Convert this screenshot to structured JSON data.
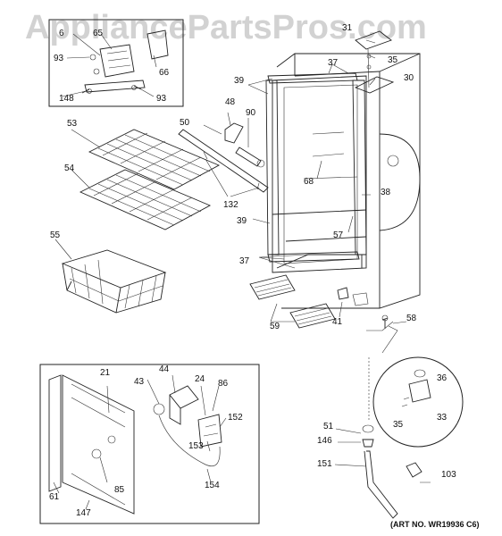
{
  "watermark": "AppliancePartsPros.com",
  "art_number": "(ART NO. WR19936 C6)",
  "part_labels": {
    "p6": "6",
    "p65": "65",
    "p93a": "93",
    "p66": "66",
    "p148": "148",
    "p93b": "93",
    "p31": "31",
    "p35a": "35",
    "p30": "30",
    "p37a": "37",
    "p39a": "39",
    "p48": "48",
    "p90": "90",
    "p50": "50",
    "p53": "53",
    "p54": "54",
    "p132": "132",
    "p68": "68",
    "p38": "38",
    "p39b": "39",
    "p57": "57",
    "p55": "55",
    "p37b": "37",
    "p59": "59",
    "p41": "41",
    "p58": "58",
    "p21": "21",
    "p44": "44",
    "p43": "43",
    "p24": "24",
    "p86": "86",
    "p152": "152",
    "p153": "153",
    "p154": "154",
    "p85": "85",
    "p61": "61",
    "p147": "147",
    "p36": "36",
    "p35b": "35",
    "p33": "33",
    "p51": "51",
    "p146": "146",
    "p151": "151",
    "p103": "103"
  },
  "colors": {
    "line": "#222222",
    "watermark": "#d2d2d2",
    "background": "#ffffff"
  }
}
